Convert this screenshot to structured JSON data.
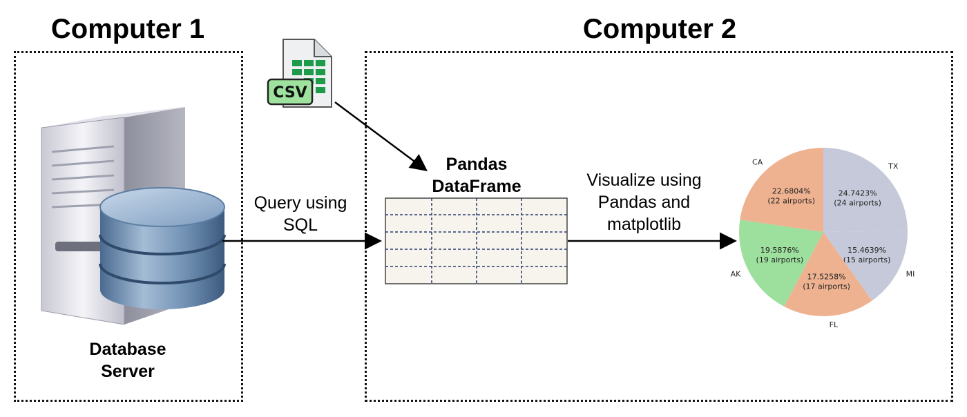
{
  "diagram": {
    "computer1_title": "Computer 1",
    "computer2_title": "Computer 2",
    "server_label_line1": "Database",
    "server_label_line2": "Server",
    "csv_label": "CSV",
    "query_label_line1": "Query using",
    "query_label_line2": "SQL",
    "dataframe_label_line1": "Pandas",
    "dataframe_label_line2": "DataFrame",
    "visualize_label_line1": "Visualize using",
    "visualize_label_line2": "Pandas and",
    "visualize_label_line3": "matplotlib"
  },
  "chart_data": {
    "type": "pie",
    "slices": [
      {
        "label": "TX",
        "pct_text": "24.7423%",
        "count_text": "(24 airports)",
        "value": 24,
        "color": "#c5c9d9"
      },
      {
        "label": "MI",
        "pct_text": "15.4639%",
        "count_text": "(15 airports)",
        "value": 15,
        "color": "#c5c9d9"
      },
      {
        "label": "FL",
        "pct_text": "17.5258%",
        "count_text": "(17 airports)",
        "value": 17,
        "color": "#eeb291"
      },
      {
        "label": "AK",
        "pct_text": "19.5876%",
        "count_text": "(19 airports)",
        "value": 19,
        "color": "#9ddf9d"
      },
      {
        "label": "CA",
        "pct_text": "22.6804%",
        "count_text": "(22 airports)",
        "value": 22,
        "color": "#eeb291"
      }
    ]
  }
}
